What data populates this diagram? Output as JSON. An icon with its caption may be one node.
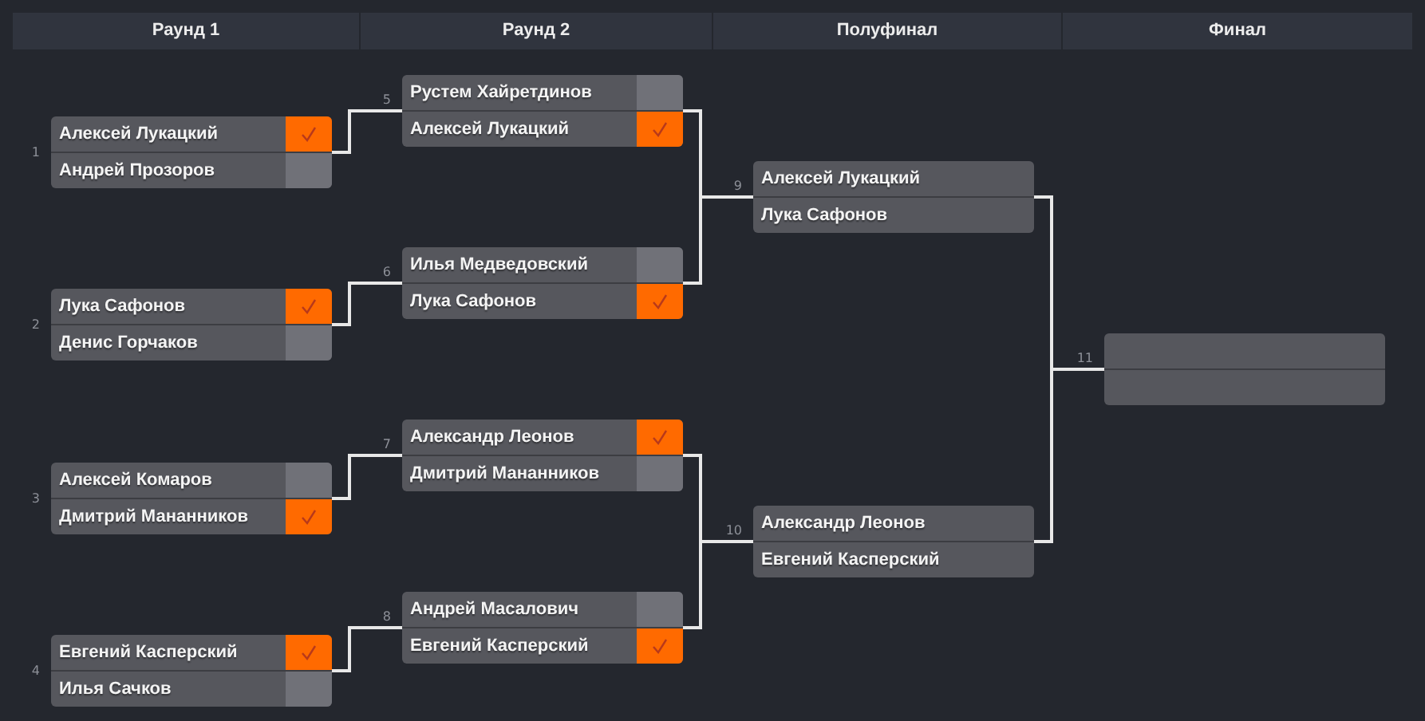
{
  "diagram": {
    "nodes": [
      {
        "text": [
          "Раунд 1"
        ]
      },
      {
        "text": [
          "Раунд 2"
        ]
      },
      {
        "text": [
          "Полуфинал"
        ]
      },
      {
        "text": [
          "Финал"
        ]
      },
      {
        "text": [
          "Алексей Лукацкий",
          "Андрей Прозоров"
        ],
        "beside": [
          "1"
        ]
      },
      {
        "text": [
          "Лука Сафонов",
          "Денис Горчаков"
        ],
        "beside": [
          "2"
        ]
      },
      {
        "text": [
          "Алексей Комаров",
          "Дмитрий Мананников"
        ],
        "beside": [
          "3"
        ]
      },
      {
        "text": [
          "Евгений Касперский",
          "Илья Сачков"
        ],
        "beside": [
          "4"
        ]
      },
      {
        "text": [
          "Рустем Хайретдинов",
          "Алексей Лукацкий"
        ],
        "beside": [
          "5"
        ]
      },
      {
        "text": [
          "Илья Медведовский",
          "Лука Сафонов"
        ],
        "beside": [
          "6"
        ]
      },
      {
        "text": [
          "Александр Леонов",
          "Дмитрий Мананников"
        ],
        "beside": [
          "7"
        ]
      },
      {
        "text": [
          "Андрей Масалович",
          "Евгений Касперский"
        ],
        "beside": [
          "8"
        ]
      },
      {
        "text": [
          "Алексей Лукацкий",
          "Лука Сафонов"
        ],
        "beside": [
          "9"
        ]
      },
      {
        "text": [
          "Александр Леонов",
          "Евгений Касперский"
        ],
        "beside": [
          "10"
        ]
      },
      {
        "text": [],
        "shape": "box",
        "beside": [
          "11"
        ]
      }
    ],
    "edges": [
      {
        "from": 4,
        "to": 8,
        "arrow": "none"
      },
      {
        "from": 5,
        "to": 9,
        "arrow": "none"
      },
      {
        "from": 6,
        "to": 10,
        "arrow": "none"
      },
      {
        "from": 7,
        "to": 11,
        "arrow": "none"
      },
      {
        "from": 8,
        "to": 12,
        "arrow": "none"
      },
      {
        "from": 9,
        "to": 12,
        "arrow": "none"
      },
      {
        "from": 10,
        "to": 13,
        "arrow": "none"
      },
      {
        "from": 11,
        "to": 13,
        "arrow": "none"
      },
      {
        "from": 12,
        "to": 14,
        "arrow": "none"
      },
      {
        "from": 13,
        "to": 14,
        "arrow": "none"
      }
    ]
  }
}
